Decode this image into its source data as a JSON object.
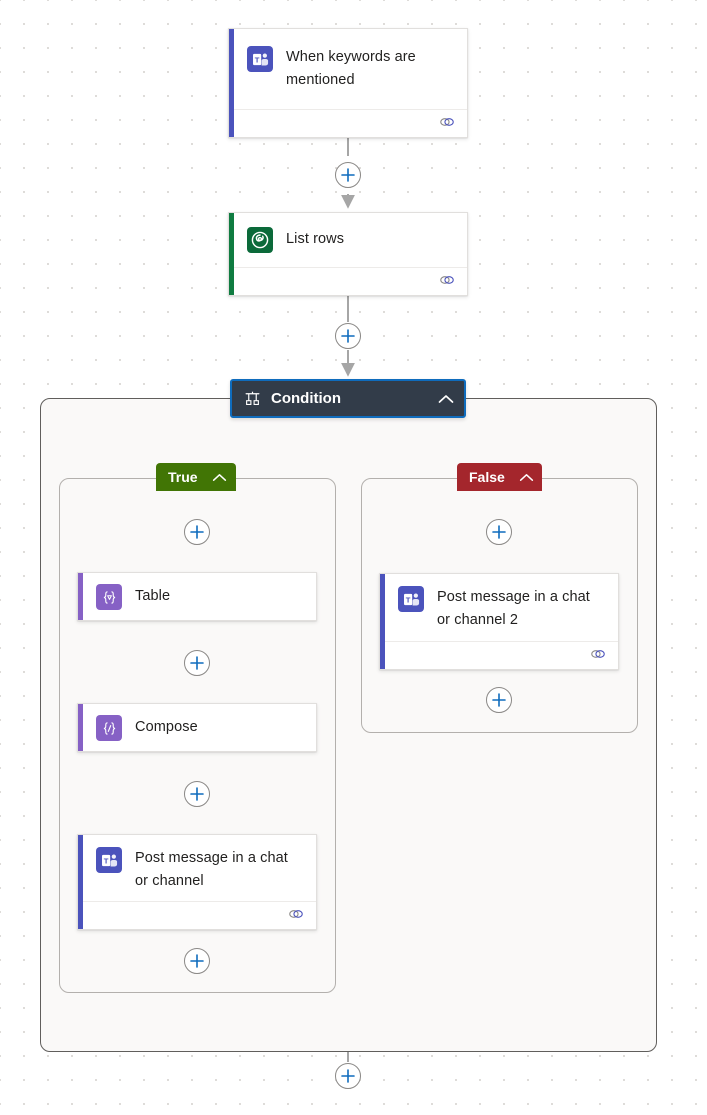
{
  "app": {
    "name": "power-automate-flow-designer",
    "canvas_background": "#ffffff",
    "dot_color": "#d8d5d2"
  },
  "colors": {
    "teams_purple": "#5059c9",
    "teams_accent_bar": "#4b53bc",
    "dataverse_green": "#0b6a3a",
    "dataverse_accent_bar": "#107c41",
    "data_operation_purple": "#8661c5",
    "data_operation_accent_bar": "#8661c5",
    "condition_header_bg": "#323c49",
    "selection_blue": "#0f6cbd",
    "true_green": "#417505",
    "false_red": "#a4262c",
    "plus_blue": "#0f6cbd",
    "connector_grey": "#a6a6a6",
    "scope_bg": "#faf9f8",
    "scope_border": "#605e5c",
    "branch_border": "#b3b0ad"
  },
  "nodes": {
    "trigger": {
      "title": "When keywords are mentioned",
      "icon": "teams-icon",
      "connector_icon": "link-icon",
      "accent": "#4b53bc"
    },
    "list_rows": {
      "title": "List rows",
      "icon": "dataverse-icon",
      "connector_icon": "link-icon",
      "accent": "#107c41"
    },
    "condition": {
      "title": "Condition",
      "icon": "condition-icon",
      "collapse_icon": "chevron-up-icon",
      "selected": true
    },
    "true_branch": {
      "label": "True",
      "collapse_icon": "chevron-up-icon",
      "actions": [
        {
          "title": "Table",
          "icon": "data-operation-icon",
          "accent": "#8661c5",
          "has_footer": false
        },
        {
          "title": "Compose",
          "icon": "data-operation-icon",
          "accent": "#8661c5",
          "has_footer": false
        },
        {
          "title": "Post message in a chat or channel",
          "icon": "teams-icon",
          "accent": "#4b53bc",
          "has_footer": true,
          "connector_icon": "link-icon"
        }
      ]
    },
    "false_branch": {
      "label": "False",
      "collapse_icon": "chevron-up-icon",
      "actions": [
        {
          "title": "Post message in a chat or channel 2",
          "icon": "teams-icon",
          "accent": "#4b53bc",
          "has_footer": true,
          "connector_icon": "link-icon"
        }
      ]
    }
  },
  "add_buttons": [
    {
      "name": "add-step-after-trigger",
      "icon": "plus-icon"
    },
    {
      "name": "add-step-after-list-rows",
      "icon": "plus-icon"
    },
    {
      "name": "add-step-true-before-table",
      "icon": "plus-icon"
    },
    {
      "name": "add-step-true-before-compose",
      "icon": "plus-icon"
    },
    {
      "name": "add-step-true-before-post-message",
      "icon": "plus-icon"
    },
    {
      "name": "add-step-true-end",
      "icon": "plus-icon"
    },
    {
      "name": "add-step-false-before-post-message-2",
      "icon": "plus-icon"
    },
    {
      "name": "add-step-false-end",
      "icon": "plus-icon"
    },
    {
      "name": "add-step-after-condition",
      "icon": "plus-icon"
    }
  ]
}
